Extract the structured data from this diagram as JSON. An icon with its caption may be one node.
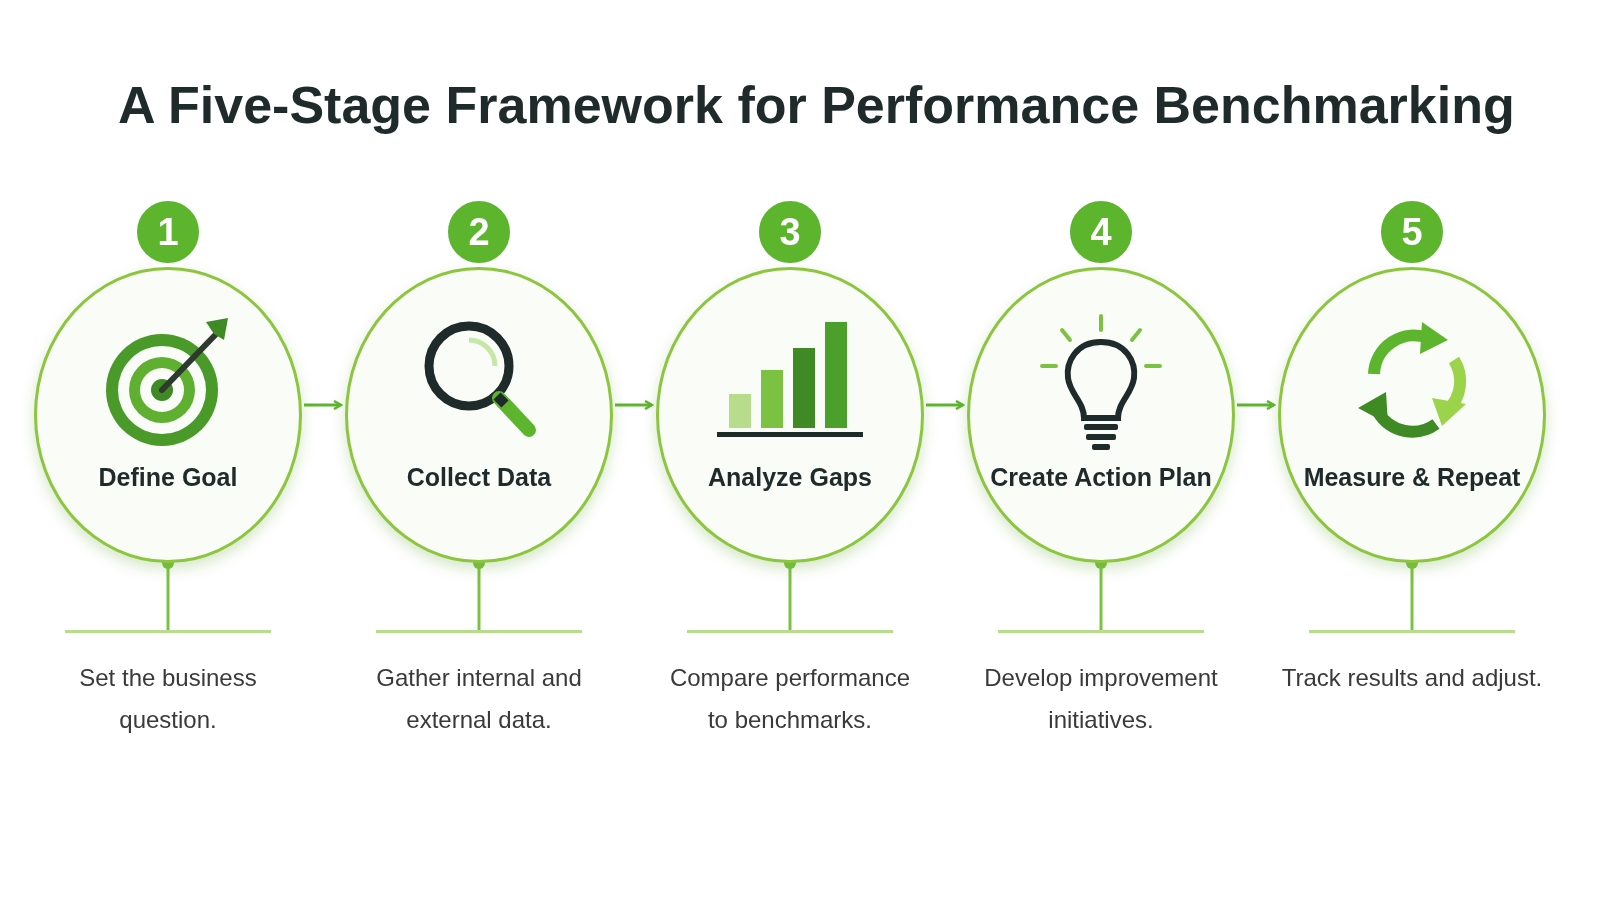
{
  "diagram": {
    "title": "A Five-Stage Framework for Performance Benchmarking",
    "nodes": [
      {
        "text": [
          "1",
          "Define Goal"
        ]
      },
      {
        "text": [
          "2",
          "Collect Data"
        ]
      },
      {
        "text": [
          "3",
          "Analyze Gaps"
        ]
      },
      {
        "text": [
          "4",
          "Create Action Plan"
        ]
      },
      {
        "text": [
          "5",
          "Measure & Repeat"
        ]
      },
      {
        "text": [
          "Set the business question."
        ]
      },
      {
        "text": [
          "Gather internal and external data."
        ]
      },
      {
        "text": [
          "Compare performance to benchmarks."
        ]
      },
      {
        "text": [
          "Develop improvement initiatives."
        ]
      },
      {
        "text": [
          "Track results and adjust."
        ]
      }
    ],
    "edges": [
      {
        "from": 0,
        "to": 1,
        "arrow": "to"
      },
      {
        "from": 1,
        "to": 2,
        "arrow": "to"
      },
      {
        "from": 2,
        "to": 3,
        "arrow": "to"
      },
      {
        "from": 3,
        "to": 4,
        "arrow": "to"
      },
      {
        "from": 0,
        "to": 5,
        "arrow": "other"
      },
      {
        "from": 1,
        "to": 6,
        "arrow": "other"
      },
      {
        "from": 2,
        "to": 7,
        "arrow": "other"
      },
      {
        "from": 3,
        "to": 8,
        "arrow": "other"
      },
      {
        "from": 4,
        "to": 9,
        "arrow": "other"
      }
    ]
  }
}
